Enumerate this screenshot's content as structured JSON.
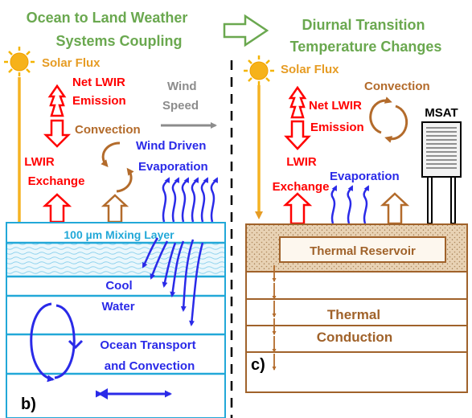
{
  "colors": {
    "green": "#6aa84f",
    "orange": "#e69c24",
    "red": "#ff0000",
    "brown": "#b36b2b",
    "blue": "#2a2ae8",
    "gray": "#8c8c8c",
    "water_line": "#22a8d8",
    "soil": "#e8d2b4",
    "reservoir_border": "#a0622a"
  },
  "header": {
    "left_title_line1": "Ocean to Land Weather",
    "left_title_line2": "Systems Coupling",
    "right_title_line1": "Diurnal Transition",
    "right_title_line2": "Temperature Changes"
  },
  "panel_b": {
    "solar_flux": "Solar Flux",
    "net_lwir_line1": "Net LWIR",
    "net_lwir_line2": "Emission",
    "wind_line1": "Wind",
    "wind_line2": "Speed",
    "convection": "Convection",
    "lwir_exchange_line1": "LWIR",
    "lwir_exchange_line2": "Exchange",
    "wind_evap_line1": "Wind Driven",
    "wind_evap_line2": "Evaporation",
    "mixing_layer": "100 µm Mixing Layer",
    "cool_water_line1": "Cool",
    "cool_water_line2": "Water",
    "ocean_transport_line1": "Ocean Transport",
    "ocean_transport_line2": "and Convection",
    "panel_label": "b)"
  },
  "panel_c": {
    "solar_flux": "Solar Flux",
    "net_lwir_line1": "Net LWIR",
    "net_lwir_line2": "Emission",
    "convection": "Convection",
    "msat": "MSAT",
    "lwir_exchange_line1": "LWIR",
    "lwir_exchange_line2": "Exchange",
    "evaporation": "Evaporation",
    "thermal_reservoir": "Thermal Reservoir",
    "thermal_conduction_line1": "Thermal",
    "thermal_conduction_line2": "Conduction",
    "panel_label": "c)"
  }
}
